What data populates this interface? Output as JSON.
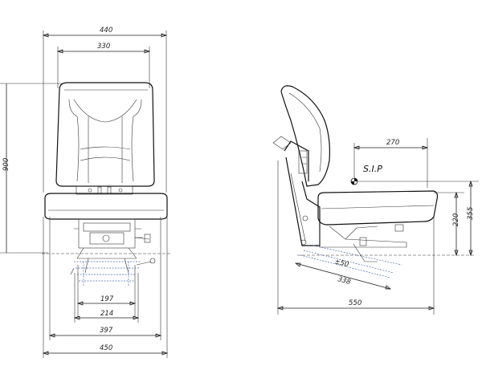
{
  "front_view": {
    "dims": {
      "overall_top_width": "440",
      "back_width": "330",
      "height_left": "900",
      "rail_197": "197",
      "rail_214": "214",
      "rail_397": "397",
      "overall_base_width": "450"
    }
  },
  "side_view": {
    "sip_label": "S.I.P",
    "dims": {
      "sip_horizontal": "270",
      "sip_height_220": "220",
      "seat_height_355": "355",
      "slide_338": "338",
      "depth_550": "550",
      "small_label": "±50"
    }
  }
}
